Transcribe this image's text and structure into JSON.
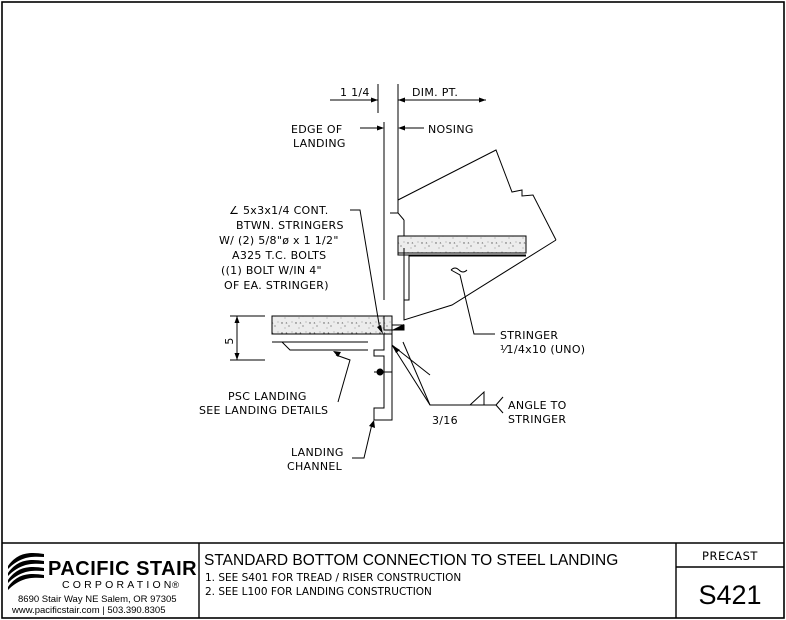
{
  "drawing": {
    "dim_left": "1 1/4",
    "dim_right": "DIM. PT.",
    "edge_of_landing": [
      "EDGE OF",
      "LANDING"
    ],
    "nosing": "NOSING",
    "angle_note": [
      "∠ 5x3x1/4 CONT.",
      "BTWN. STRINGERS",
      "W/ (2) 5/8\"ø x 1 1/2\"",
      "A325 T.C. BOLTS",
      "((1) BOLT W/IN 4\"",
      "OF EA. STRINGER)"
    ],
    "stringer": [
      "STRINGER",
      "⅟1/4x10 (UNO)"
    ],
    "dim_vertical": "5",
    "psc_landing": [
      "PSC LANDING",
      "SEE LANDING DETAILS"
    ],
    "weld_size": "3/16",
    "weld_note": [
      "ANGLE TO",
      "STRINGER"
    ],
    "landing_channel": [
      "LANDING",
      "CHANNEL"
    ]
  },
  "title_block": {
    "company_name": "PACIFIC STAIR",
    "company_sub": "CORPORATION",
    "registered_mark": "®",
    "address": "8690 Stair Way NE Salem, OR 97305",
    "contact": "www.pacificstair.com  |  503.390.8305",
    "title": "STANDARD BOTTOM CONNECTION TO STEEL LANDING",
    "notes": [
      "1. SEE S401 FOR TREAD / RISER CONSTRUCTION",
      "2. SEE L100 FOR LANDING CONSTRUCTION"
    ],
    "category": "PRECAST",
    "sheet_number": "S421"
  },
  "colors": {
    "line": "#000000",
    "concrete_fill": "#e6e6e6",
    "background": "#ffffff"
  }
}
